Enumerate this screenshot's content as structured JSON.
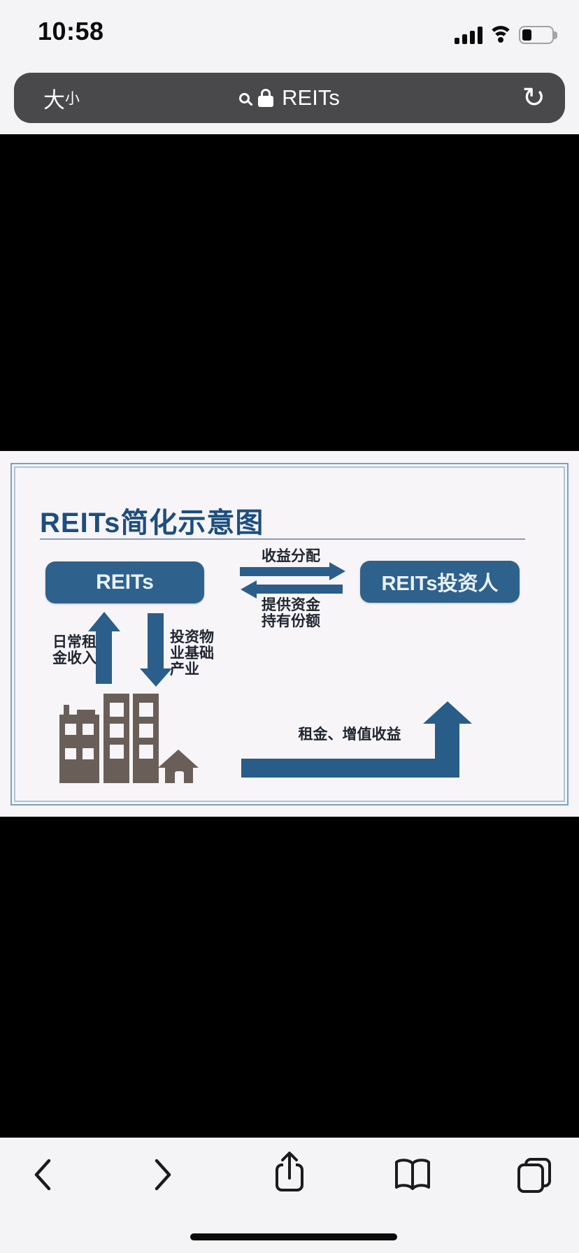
{
  "status_bar": {
    "time": "10:58"
  },
  "address_bar": {
    "text_size_large": "大",
    "text_size_small": "小",
    "url": "REITs",
    "refresh_glyph": "↻"
  },
  "diagram": {
    "title": "REITs简化示意图",
    "reits_box": "REITs",
    "investor_box": "REITs投资人",
    "top_arrow_label": "收益分配",
    "bottom_arrow_labels": [
      "提供资金",
      "持有份额"
    ],
    "up_arrow_label_lines": [
      "日常租",
      "金收入"
    ],
    "down_arrow_label_lines": [
      "投资物",
      "业基础",
      "产业"
    ],
    "return_arrow_label": "租金、增值收益"
  },
  "toolbar": {
    "icons": [
      "chevron-left-icon",
      "chevron-right-icon",
      "share-icon",
      "bookmarks-icon",
      "tabs-icon"
    ]
  },
  "colors": {
    "chrome_bg": "#f4f3f5",
    "address_bar_bg": "#49484a",
    "accent_arrow_blue": "#2b5e8a",
    "box_blue": "#2e618c",
    "title_blue": "#1d4e7d",
    "frame_border_blue": "#79a2be",
    "building_brown": "#6a5e59",
    "photo_bg": "#f7f5f8"
  }
}
